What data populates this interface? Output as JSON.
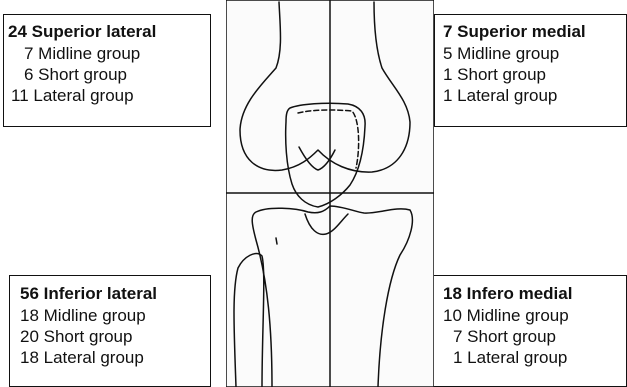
{
  "quadrants": {
    "superior_lateral": {
      "title": "24 Superior lateral",
      "lines": [
        "7 Midline group",
        "6 Short group",
        "11 Lateral group"
      ]
    },
    "superior_medial": {
      "title": "7 Superior medial",
      "lines": [
        "5 Midline group",
        "1 Short group",
        "1 Lateral group"
      ]
    },
    "inferior_lateral": {
      "title": "56 Inferior lateral",
      "lines": [
        "18 Midline group",
        "20 Short group",
        "18 Lateral group"
      ]
    },
    "infero_medial": {
      "title": "18 Infero medial",
      "lines": [
        "10 Midline group",
        "7 Short group",
        "1 Lateral group"
      ]
    }
  }
}
